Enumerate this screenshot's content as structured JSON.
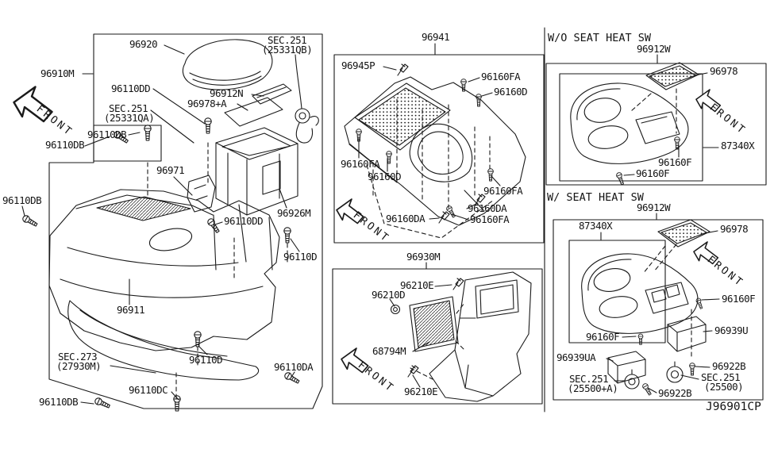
{
  "front_label": "FRONT",
  "diagram_code": "J96901CP",
  "console": {
    "part": "96910M",
    "armrest": "96920",
    "sec251_qb": "SEC.251",
    "sec251_qb_sub": "(25331QB)",
    "bolt_dd1": "96110DD",
    "finisher_lid": "96912N",
    "mat": "96978+A",
    "sec251_qa": "SEC.251",
    "sec251_qa_sub": "(25331QA)",
    "bolt_db1": "96110DB",
    "bolt_db2": "96110DB",
    "bracket": "96971",
    "bolt_db3": "96110DB",
    "inner_box": "96926M",
    "bolt_dd2": "96110DD",
    "bolt_d1": "96110D",
    "body": "96911",
    "sec273": "SEC.273",
    "sec273_sub": "(27930M)",
    "bolt_d2": "96110D",
    "bolt_da": "96110DA",
    "bolt_dc": "96110DC",
    "bolt_db4": "96110DB"
  },
  "finisher_front": {
    "part": "96941",
    "clip": "96945P",
    "screw_fa1": "96160FA",
    "screw_d1": "96160D",
    "screw_fa2": "96160FA",
    "screw_d2": "96160D",
    "screw_fa3": "96160FA",
    "screw_da1": "96160DA",
    "screw_da2": "96160DA",
    "screw_fa4": "96160FA"
  },
  "finisher_rear": {
    "part": "96930M",
    "clip_e1": "96210E",
    "nut_d": "96210D",
    "vent": "68794M",
    "clip_e2": "96210E"
  },
  "without_seat_heat": {
    "title": "W/O SEAT HEAT SW",
    "part": "96912W",
    "lid": "96978",
    "tray": "87340X",
    "screw_f1": "96160F",
    "screw_f2": "96160F"
  },
  "with_seat_heat": {
    "title": "W/ SEAT HEAT SW",
    "part": "96912W",
    "tray": "87340X",
    "lid": "96978",
    "screw_f1": "96160F",
    "holder": "96939U",
    "screw_f2": "96160F",
    "holder_a": "96939UA",
    "screw_b1": "96922B",
    "sec251_a": "SEC.251",
    "sec251_a_sub": "(25500+A)",
    "sec251_b": "SEC.251",
    "sec251_b_sub": "(25500)",
    "screw_b2": "96922B"
  }
}
